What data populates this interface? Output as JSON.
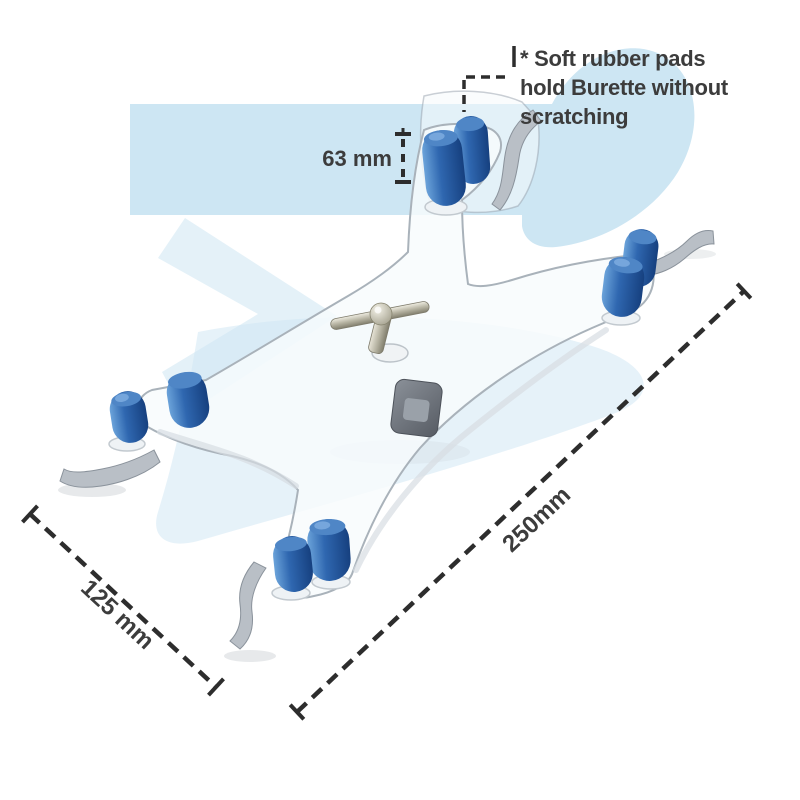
{
  "annotations": {
    "note_lines": [
      "* Soft rubber pads",
      "hold Burette without",
      "scratching"
    ],
    "height_label": "63 mm",
    "length_label": "250mm",
    "width_label": "125 mm"
  },
  "colors": {
    "background": "#ffffff",
    "swoosh_blue": "#cde6f3",
    "swoosh_blue_light": "#e3f0f8",
    "pad_blue": "#2f67b0",
    "pad_blue_dark": "#16407f",
    "pad_blue_light": "#6ba3da",
    "clamp_white": "#f7fafc",
    "clamp_outline": "#a9b2ba",
    "steel_gray": "#b9bfc6",
    "metal_brass": "#b7b4a3",
    "block_gray": "#6c727a",
    "annotation_text": "#3c3c3c",
    "annotation_line": "#2d2d2d"
  }
}
